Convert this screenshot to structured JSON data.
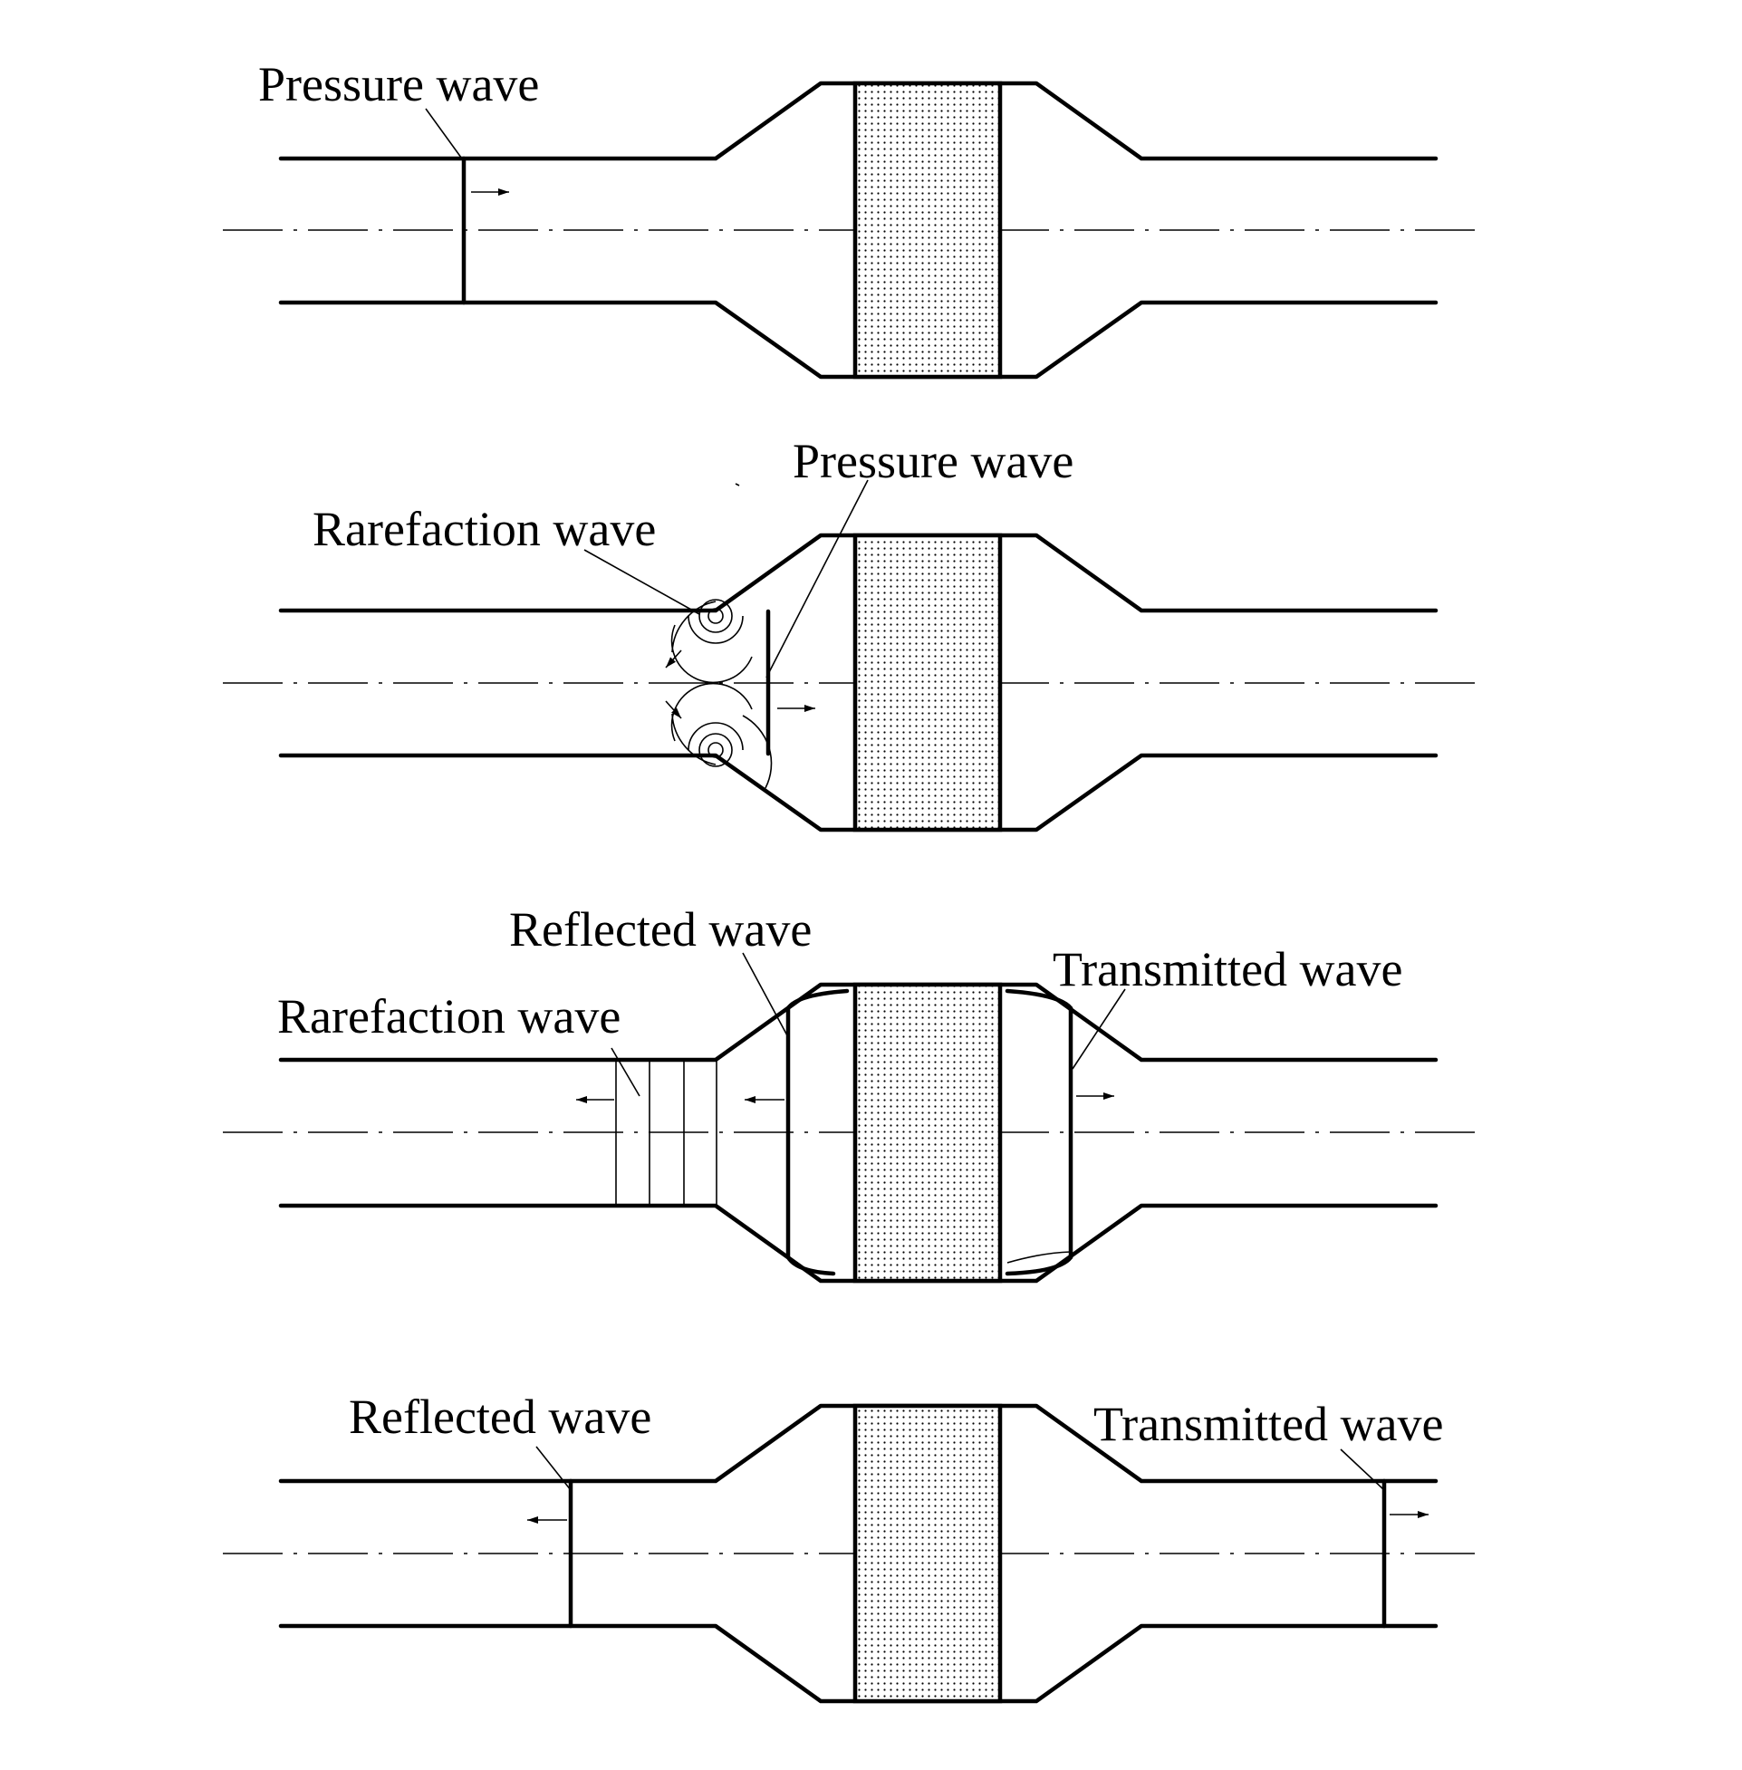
{
  "panels": [
    {
      "labels": {
        "pressure": "Pressure wave"
      }
    },
    {
      "labels": {
        "rarefaction": "Rarefaction wave",
        "pressure": "Pressure wave"
      }
    },
    {
      "labels": {
        "reflected": "Reflected wave",
        "transmitted": "Transmitted wave",
        "rarefaction": "Rarefaction wave"
      }
    },
    {
      "labels": {
        "reflected": "Reflected wave",
        "transmitted": "Transmitted wave"
      }
    }
  ],
  "colors": {
    "line": "#000000",
    "background": "#ffffff",
    "filter_dots": "#000000"
  },
  "icons": {
    "arrow": "arrow-head-icon",
    "filter": "dotted-filter-icon"
  }
}
